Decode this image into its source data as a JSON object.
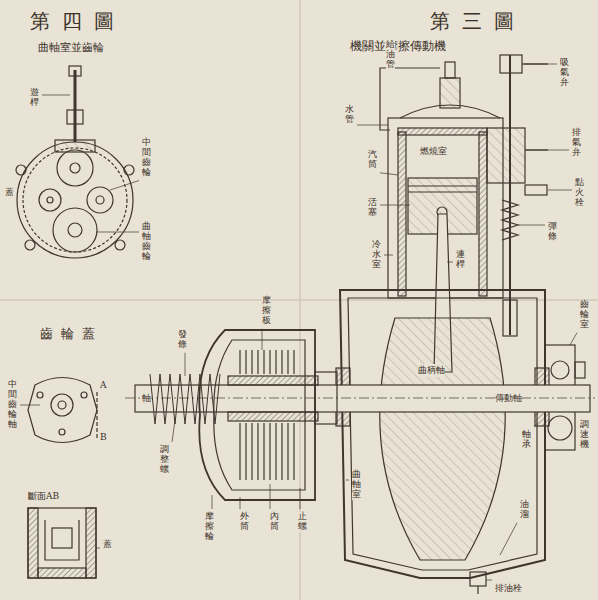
{
  "diagram": {
    "labels": [
      "第三圖",
      "機關並摩擦傳動機",
      "第四圖",
      "曲軸室並齒輪",
      "齒輪蓋",
      "斷面AB",
      "燃燒室",
      "汽筒",
      "活塞",
      "連桿",
      "曲柄軸",
      "傳動軸",
      "摩擦板",
      "發條",
      "外筒",
      "內筒",
      "軸",
      "調整螺",
      "油溜",
      "排油栓",
      "吸氣弁",
      "排氣弁",
      "點火栓",
      "彈條",
      "給油管",
      "冷水室",
      "曲軸室",
      "軸承",
      "齒輪室",
      "調速機",
      "水管",
      "遊桿",
      "中間齒輪",
      "曲軸齒輪",
      "蓋",
      "A",
      "B",
      "中間齒輪軸",
      "蓋",
      "摩擦輪",
      "止螺"
    ]
  }
}
